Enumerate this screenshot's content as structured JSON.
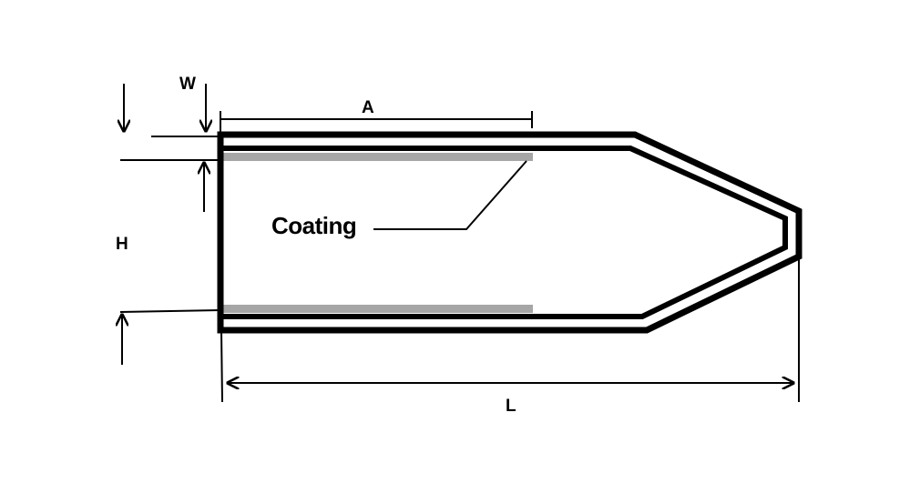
{
  "labels": {
    "w": "W",
    "a": "A",
    "h": "H",
    "l": "L",
    "coating": "Coating"
  },
  "colors": {
    "outline": "#000000",
    "coating": "#a6a6a6",
    "background": "#ffffff"
  }
}
